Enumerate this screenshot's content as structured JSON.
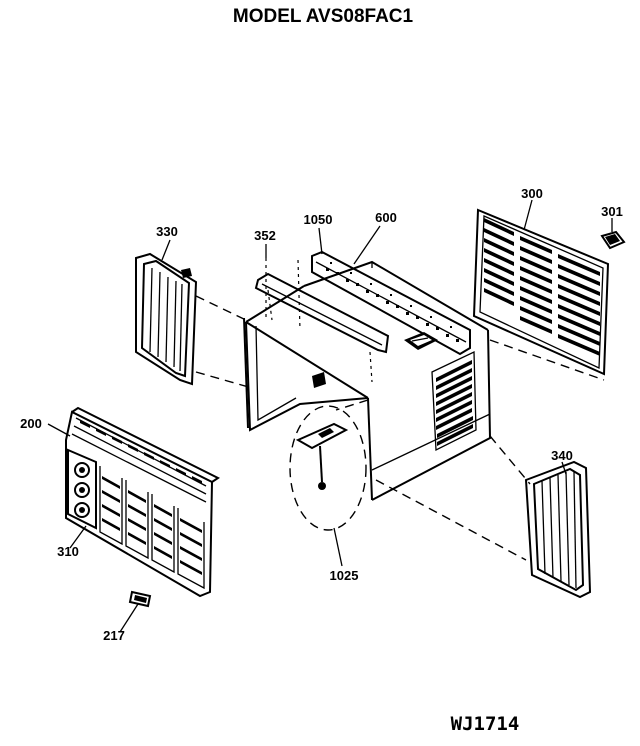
{
  "title": "MODEL AVS08FAC1",
  "drawing_code": "WJ1714",
  "parts": [
    {
      "label": "330"
    },
    {
      "label": "352"
    },
    {
      "label": "1050"
    },
    {
      "label": "600"
    },
    {
      "label": "300"
    },
    {
      "label": "301"
    },
    {
      "label": "200"
    },
    {
      "label": "310"
    },
    {
      "label": "217"
    },
    {
      "label": "1025"
    },
    {
      "label": "340"
    }
  ]
}
